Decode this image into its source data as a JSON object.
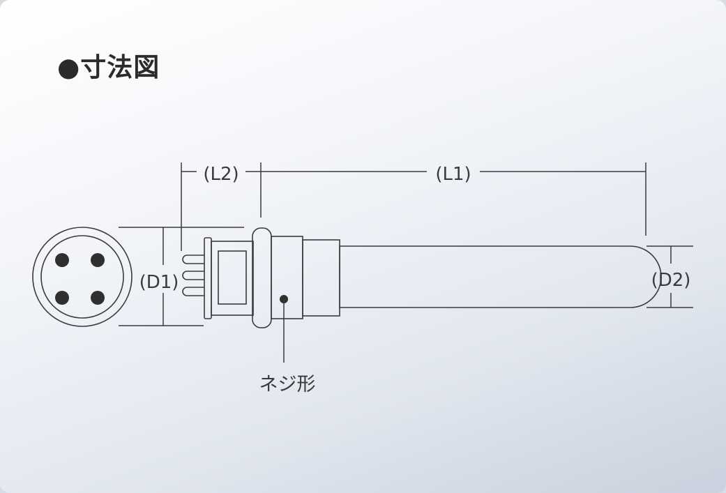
{
  "title": "●寸法図",
  "labels": {
    "l1": "(L1)",
    "l2": "(L2)",
    "d1": "(D1)",
    "d2": "(D2)",
    "screw": "ネジ形"
  }
}
